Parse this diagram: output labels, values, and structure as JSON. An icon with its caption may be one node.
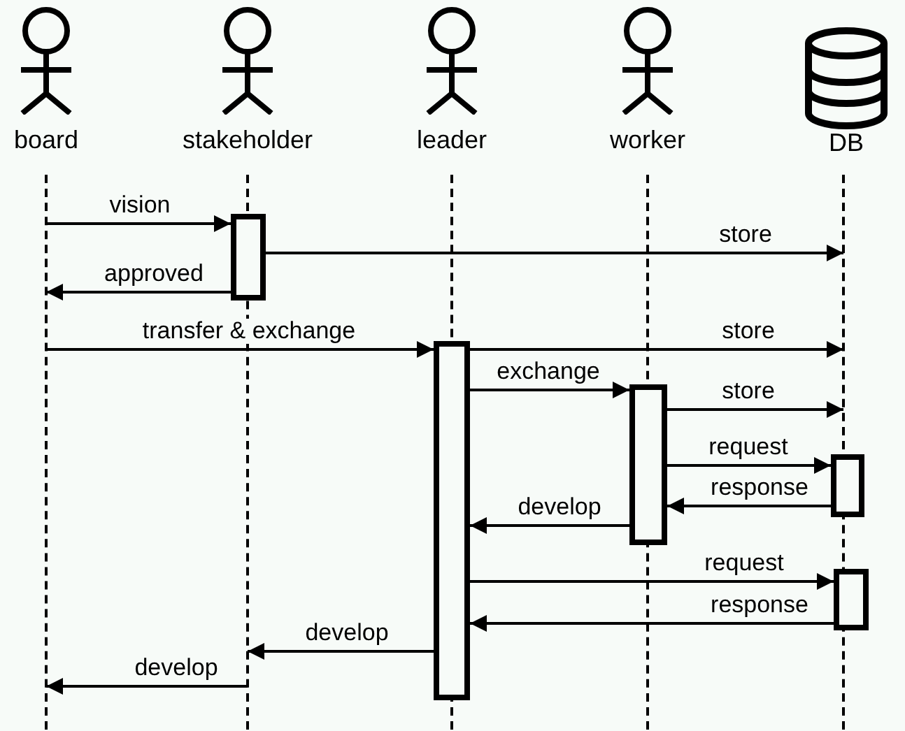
{
  "diagram": {
    "nodes": [
      {
        "text": [
          "board"
        ]
      },
      {
        "text": [
          "stakeholder"
        ]
      },
      {
        "text": [
          "leader"
        ]
      },
      {
        "text": [
          "worker"
        ]
      },
      {
        "text": [
          "DB"
        ]
      },
      {
        "text": [],
        "shape": "line"
      },
      {
        "text": [],
        "shape": "line"
      },
      {
        "text": [],
        "shape": "line"
      },
      {
        "text": [],
        "shape": "line"
      },
      {
        "text": [],
        "shape": "line"
      },
      {
        "text": [],
        "shape": "bar"
      },
      {
        "text": [],
        "shape": "bar"
      },
      {
        "text": [],
        "shape": "bar"
      },
      {
        "text": [],
        "shape": "bar"
      },
      {
        "text": [],
        "shape": "bar"
      }
    ],
    "edges": [
      {
        "from": 5,
        "to": 10,
        "arrow": "to",
        "label": "vision"
      },
      {
        "from": 10,
        "to": 9,
        "arrow": "to",
        "label": "store"
      },
      {
        "from": 10,
        "to": 5,
        "arrow": "to",
        "label": "approved"
      },
      {
        "from": 5,
        "to": 11,
        "arrow": "to",
        "label": "transfer & exchange"
      },
      {
        "from": 11,
        "to": 9,
        "arrow": "to",
        "label": "store"
      },
      {
        "from": 11,
        "to": 12,
        "arrow": "to",
        "label": "exchange"
      },
      {
        "from": 12,
        "to": 9,
        "arrow": "to",
        "label": "store"
      },
      {
        "from": 12,
        "to": 13,
        "arrow": "to",
        "label": "request"
      },
      {
        "from": 13,
        "to": 12,
        "arrow": "to",
        "label": "response"
      },
      {
        "from": 12,
        "to": 11,
        "arrow": "to",
        "label": "develop"
      },
      {
        "from": 11,
        "to": 14,
        "arrow": "to",
        "label": "request"
      },
      {
        "from": 14,
        "to": 11,
        "arrow": "to",
        "label": "response"
      },
      {
        "from": 11,
        "to": 6,
        "arrow": "to",
        "label": "develop"
      },
      {
        "from": 6,
        "to": 5,
        "arrow": "to",
        "label": "develop"
      }
    ]
  }
}
